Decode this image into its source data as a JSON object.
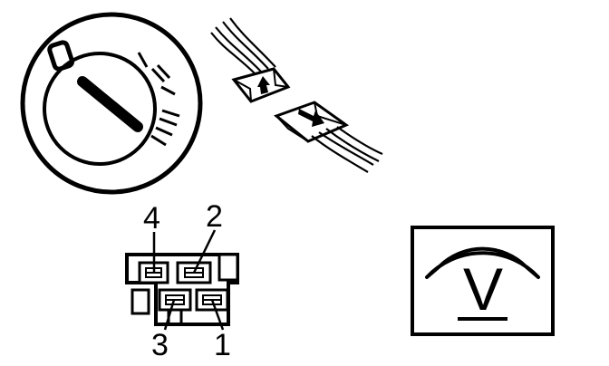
{
  "connector": {
    "pin_labels": [
      "4",
      "2",
      "3",
      "1"
    ]
  },
  "voltmeter": {
    "symbol": "V"
  },
  "icons": [
    "ignition-switch-icon",
    "connector-plugs-icon",
    "connector-pinout-icon",
    "voltmeter-icon"
  ],
  "colors": {
    "ink": "#000000",
    "paper": "#ffffff"
  }
}
